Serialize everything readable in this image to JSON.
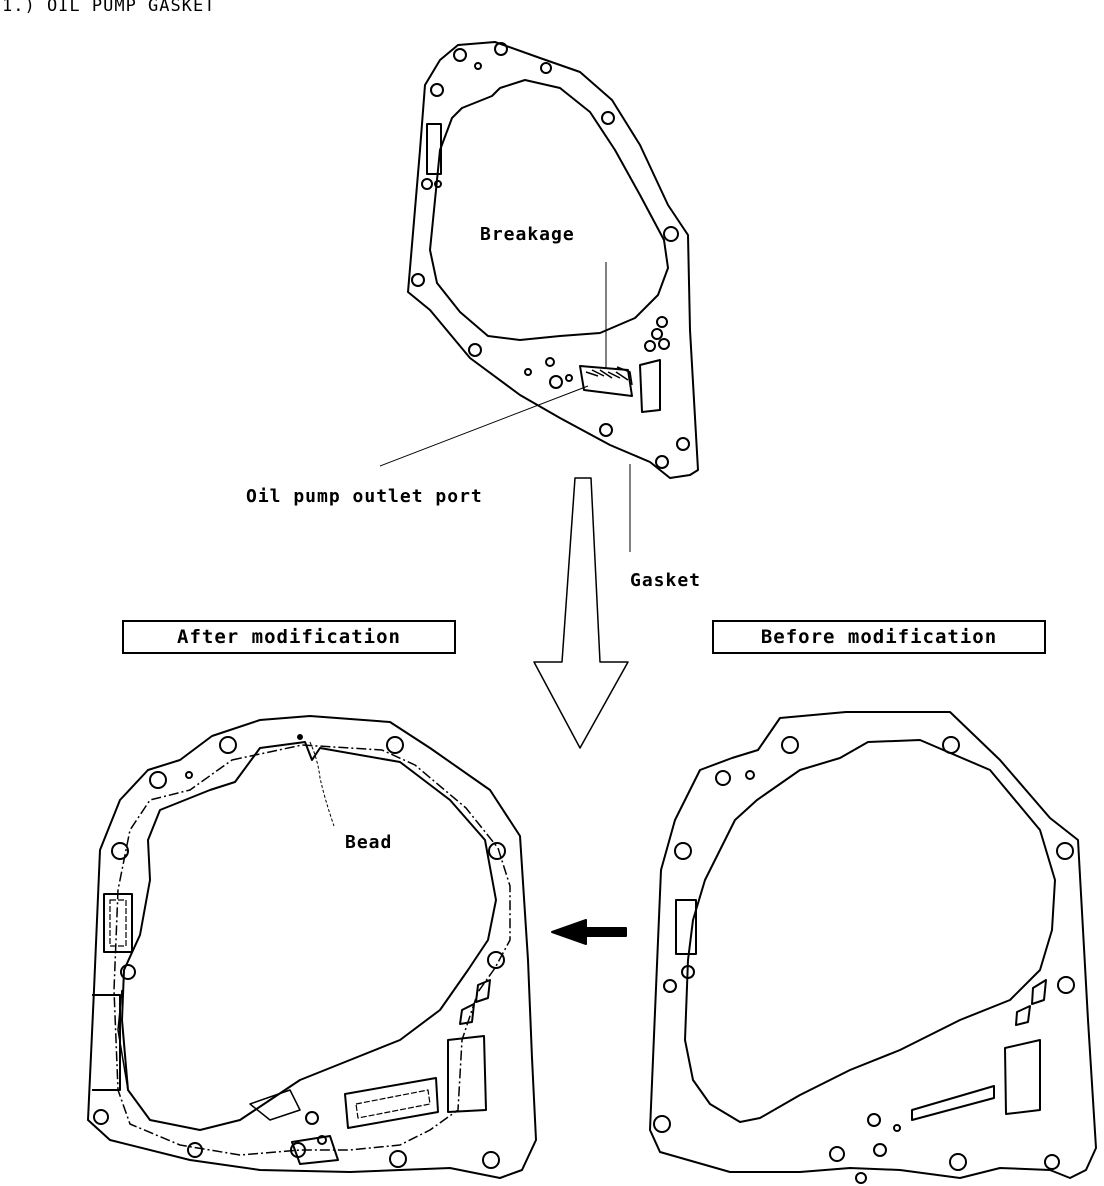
{
  "header": {
    "title": "1.) OIL PUMP GASKET"
  },
  "labels": {
    "breakage": "Breakage",
    "outlet_port": "Oil pump outlet port",
    "gasket": "Gasket",
    "bead": "Bead"
  },
  "boxes": {
    "after": "After modification",
    "before": "Before modification"
  }
}
